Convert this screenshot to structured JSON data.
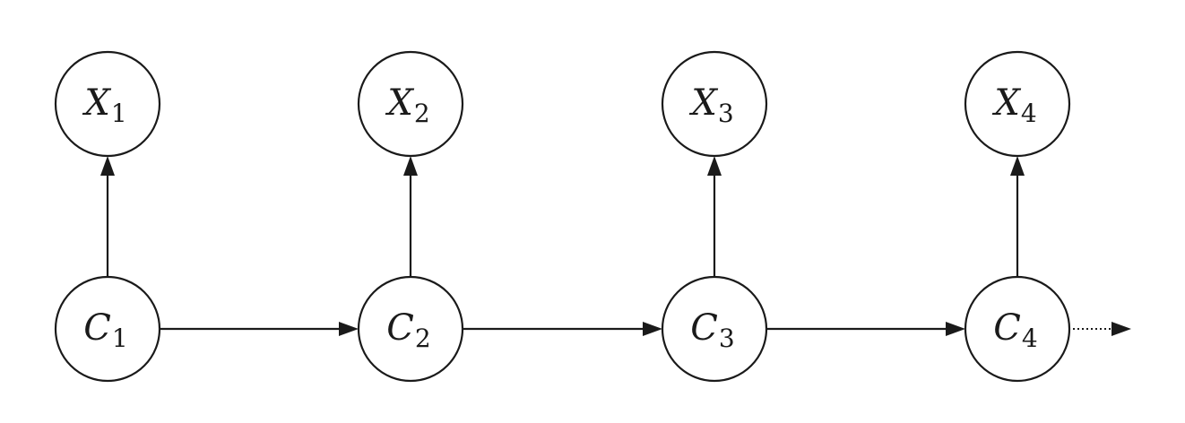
{
  "diagram": {
    "type": "hidden-markov-chain",
    "chain_continues": true,
    "color": "#1a1a1a",
    "hidden_nodes": [
      {
        "id": "C1",
        "letter": "C",
        "sub": "1"
      },
      {
        "id": "C2",
        "letter": "C",
        "sub": "2"
      },
      {
        "id": "C3",
        "letter": "C",
        "sub": "3"
      },
      {
        "id": "C4",
        "letter": "C",
        "sub": "4"
      }
    ],
    "observed_nodes": [
      {
        "id": "X1",
        "letter": "X",
        "sub": "1"
      },
      {
        "id": "X2",
        "letter": "X",
        "sub": "2"
      },
      {
        "id": "X3",
        "letter": "X",
        "sub": "3"
      },
      {
        "id": "X4",
        "letter": "X",
        "sub": "4"
      }
    ],
    "edges": [
      {
        "from": "C1",
        "to": "X1"
      },
      {
        "from": "C2",
        "to": "X2"
      },
      {
        "from": "C3",
        "to": "X3"
      },
      {
        "from": "C4",
        "to": "X4"
      },
      {
        "from": "C1",
        "to": "C2"
      },
      {
        "from": "C2",
        "to": "C3"
      },
      {
        "from": "C3",
        "to": "C4"
      }
    ]
  }
}
